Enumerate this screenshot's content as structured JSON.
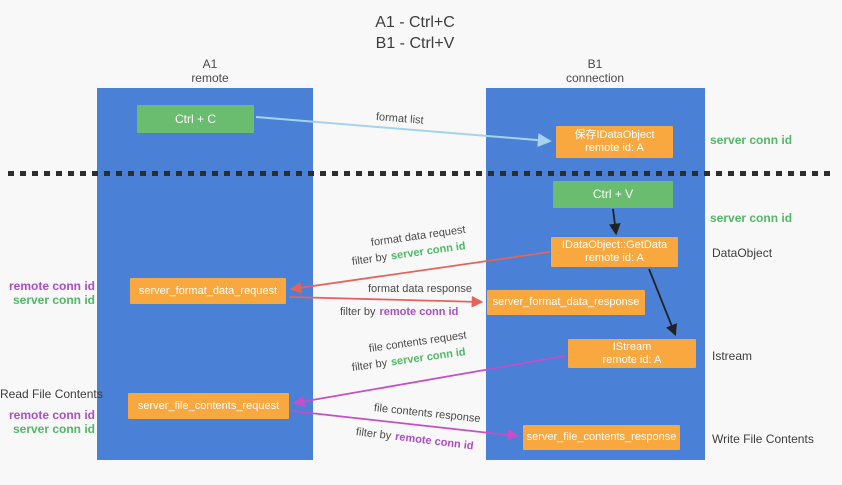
{
  "title": {
    "line1": "A1 - Ctrl+C",
    "line2": "B1 - Ctrl+V"
  },
  "lanes": {
    "a1": {
      "name": "A1",
      "subtitle": "remote"
    },
    "b1": {
      "name": "B1",
      "subtitle": "connection"
    }
  },
  "nodes": {
    "ctrl_c": {
      "label": "Ctrl + C"
    },
    "save_idataobject": {
      "line1": "保存IDataObject",
      "line2": "remote id: A"
    },
    "ctrl_v": {
      "label": "Ctrl + V"
    },
    "idataobject_getdata": {
      "line1": "IDataObject::GetData",
      "line2": "remote id: A"
    },
    "server_format_data_request": {
      "label": "server_format_data_request"
    },
    "server_format_data_response": {
      "label": "server_format_data_response"
    },
    "istream": {
      "line1": "IStream",
      "line2": "remote id: A"
    },
    "server_file_contents_request": {
      "label": "server_file_contents_request"
    },
    "server_file_contents_response": {
      "label": "server_file_contents_response"
    }
  },
  "edge_labels": {
    "format_list": "format list",
    "format_data_request": "format data request",
    "format_data_response": "format data response",
    "file_contents_request": "file contents request",
    "file_contents_response": "file contents response",
    "filter_by": "filter by",
    "server_conn_id": "server conn id",
    "remote_conn_id": "remote conn id"
  },
  "side_labels": {
    "server_conn_id": "server conn id",
    "remote_conn_id": "remote conn id",
    "data_object": "DataObject",
    "istream": "Istream",
    "read_file_contents": "Read File Contents",
    "write_file_contents": "Write File Contents"
  },
  "colors": {
    "lane_blue": "#4a80d5",
    "node_green": "#6abc6e",
    "node_orange": "#f9a83f",
    "conn_green": "#50b866",
    "conn_purple": "#ab4ec4",
    "arrow_lightblue": "#a5d3ee",
    "arrow_red": "#e4645c",
    "arrow_magenta": "#c44fc8",
    "arrow_black": "#222222",
    "text_dark": "#3d3d3d",
    "background": "#f8f8f8"
  }
}
